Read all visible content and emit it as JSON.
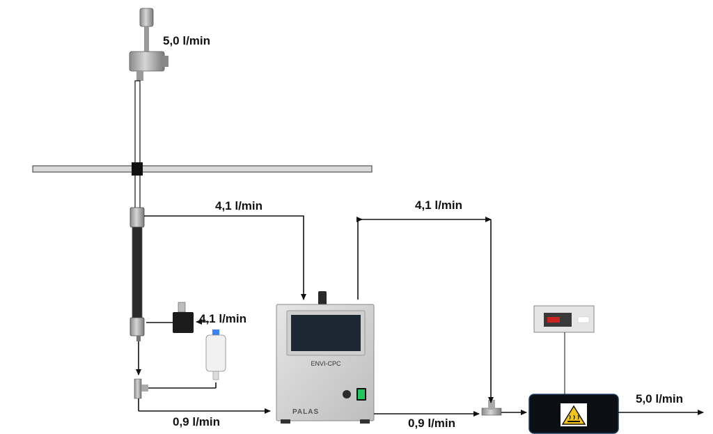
{
  "flows": {
    "inlet_top": "5,0 l/min",
    "to_cpc_inlet": "4,1 l/min",
    "cpc_outlet_return": "4,1 l/min",
    "side_pump": "4,1 l/min",
    "bypass_left": "0,9 l/min",
    "cpc_to_tee": "0,9 l/min",
    "final_outlet": "5,0 l/min"
  },
  "devices": {
    "cpc_name": "ENVI-CPC",
    "cpc_brand": "PALAS"
  },
  "colors": {
    "line": "#111111",
    "tube_fill": "#d9d9d9",
    "cpc_body": "#d4d4d4",
    "screen": "#1c2733",
    "switch_green": "#22c55e",
    "heater_body": "#0b0f14",
    "warning_yellow": "#f5c518"
  },
  "icons": [
    "heat-warning-icon",
    "arrow-icon"
  ]
}
